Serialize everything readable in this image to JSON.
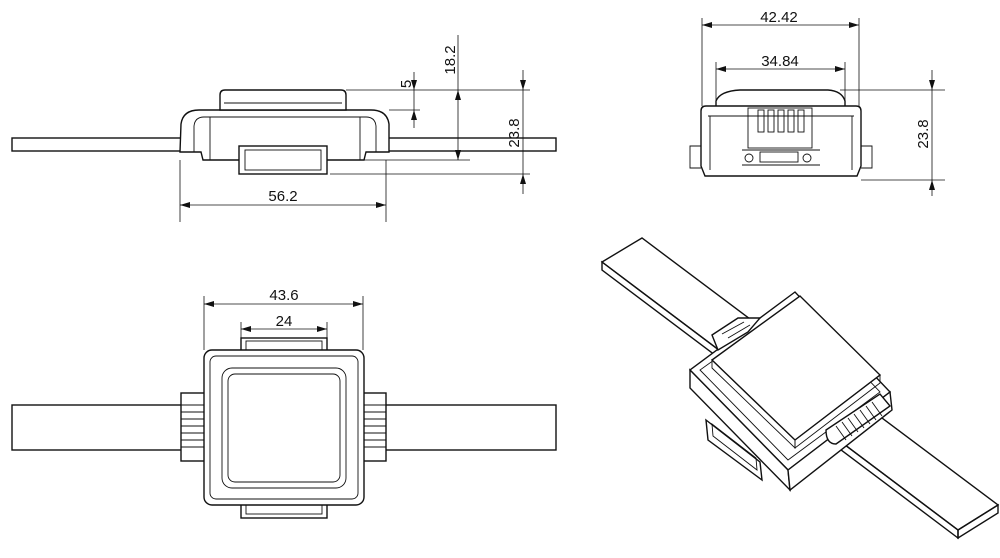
{
  "dimensions": {
    "side_width": "56.2",
    "side_height": "18.2",
    "side_small": "5",
    "side_total": "23.8",
    "front_outer": "42.42",
    "front_inner": "34.84",
    "front_total": "23.8",
    "top_outer": "43.6",
    "top_inner": "24"
  }
}
